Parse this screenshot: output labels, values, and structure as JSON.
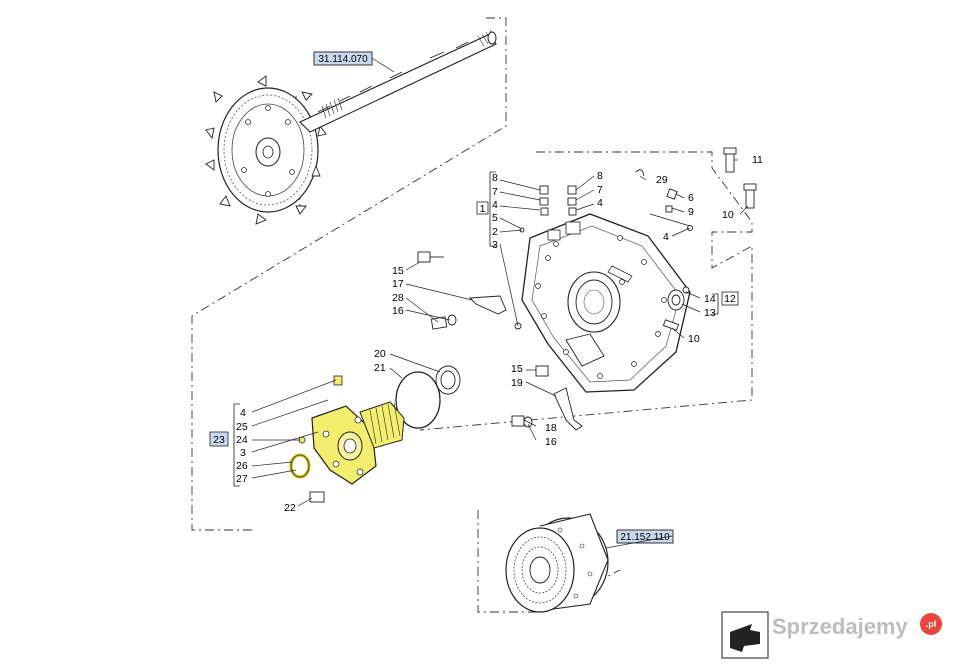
{
  "diagram": {
    "references": {
      "shaft_ref": "31.114.070",
      "clutch_ref": "21.152.110",
      "group_12": "12",
      "group_1": "1",
      "group_23": "23"
    },
    "callouts": {
      "c11": "11",
      "c10a": "10",
      "c29": "29",
      "c8a": "8",
      "c7a": "7",
      "c4a": "4",
      "c6": "6",
      "c9": "9",
      "c4d": "4",
      "c8b": "8",
      "c7b": "7",
      "c4b": "4",
      "c5": "5",
      "c2": "2",
      "c3a": "3",
      "c15a": "15",
      "c17": "17",
      "c28": "28",
      "c16a": "16",
      "c14": "14",
      "c13": "13",
      "c10b": "10",
      "c20": "20",
      "c21": "21",
      "c15b": "15",
      "c19": "19",
      "c18": "18",
      "c16b": "16",
      "c4c": "4",
      "c25": "25",
      "c24": "24",
      "c3b": "3",
      "c26": "26",
      "c27": "27",
      "c22": "22"
    },
    "watermark": {
      "text": "Sprzedajemy",
      "suffix": ".pl"
    },
    "colors": {
      "highlight": "#f3ee6e",
      "line": "#222222",
      "ref_box": "#c9d9ec"
    }
  }
}
